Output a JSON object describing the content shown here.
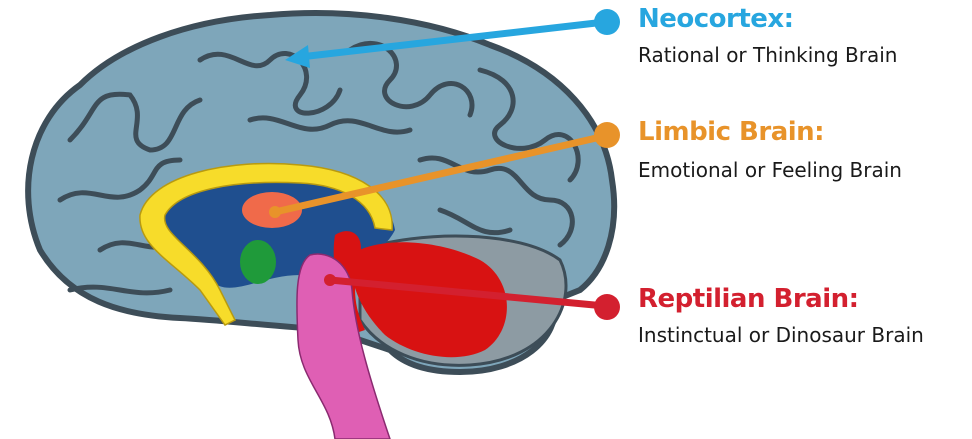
{
  "labels": [
    {
      "title": "Neocortex:",
      "description": "Rational or Thinking Brain",
      "color": "#27a6df"
    },
    {
      "title": "Limbic Brain:",
      "description": "Emotional or Feeling Brain",
      "color": "#e8932a"
    },
    {
      "title": "Reptilian Brain:",
      "description": "Instinctual or Dinosaur Brain",
      "color": "#d3202f"
    }
  ],
  "colors": {
    "cortex": "#7ea6ba",
    "cortex_outline": "#3d4d58",
    "cerebellum_outer": "#8d9ba3",
    "cerebellum": "#d81212",
    "brainstem": "#df5fb4",
    "limbic_yellow": "#f7dc2a",
    "limbic_blue": "#1f4f8f",
    "amygdala": "#1f9a3a",
    "thalamus": "#f06a4a"
  }
}
